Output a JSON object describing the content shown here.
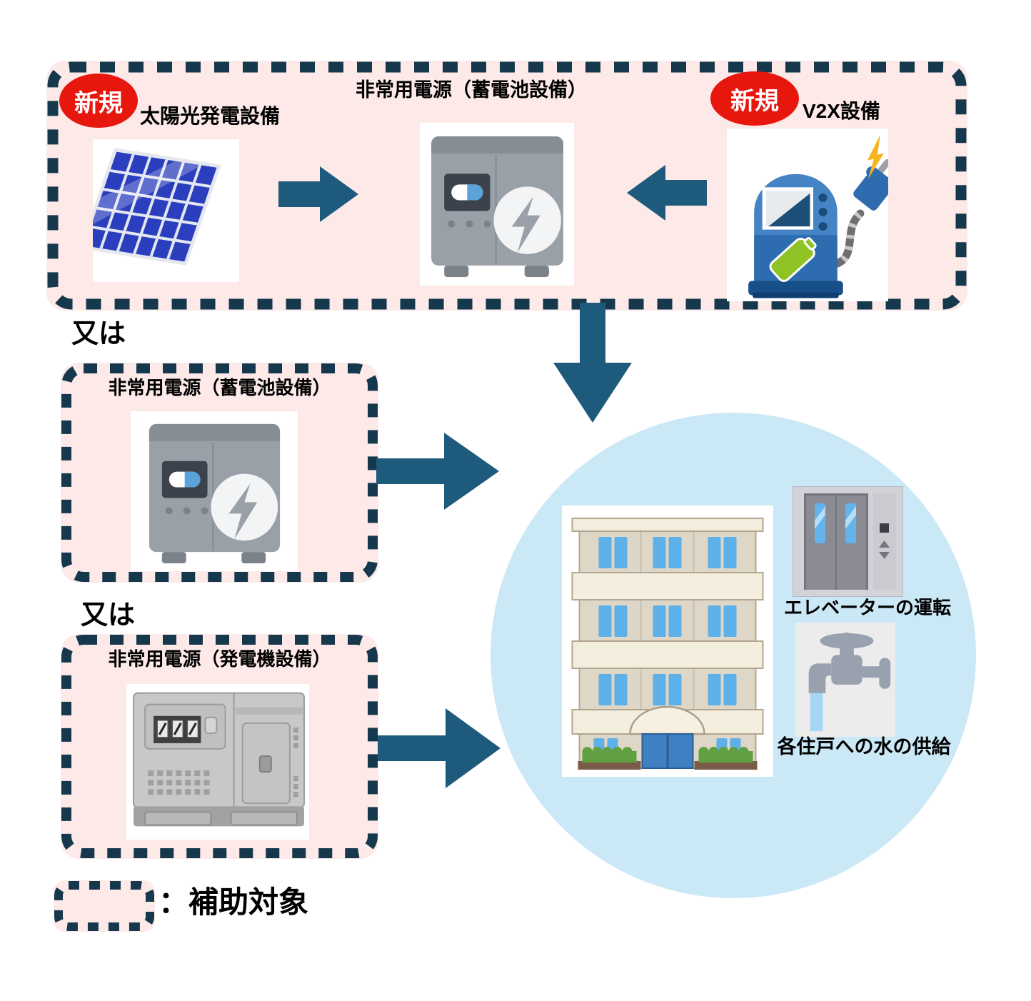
{
  "colors": {
    "background": "#ffffff",
    "box_fill": "#fce9e8",
    "dash_border": "#16384d",
    "arrow": "#1e5a7c",
    "badge_red": "#e8170e",
    "badge_text": "#ffffff",
    "circle_fill": "#cbe8f7",
    "text": "#000000"
  },
  "top_group": {
    "new_badge_solar": "新規",
    "solar_label": "太陽光発電設備",
    "battery_title": "非常用電源（蓄電池設備）",
    "new_badge_v2x": "新規",
    "v2x_label": "V2X設備"
  },
  "alternatives": {
    "or_1": "又は",
    "battery_box_title": "非常用電源（蓄電池設備）",
    "or_2": "又は",
    "generator_box_title": "非常用電源（発電機設備）"
  },
  "building_zone": {
    "elevator_caption": "エレベーターの運転",
    "water_caption": "各住戸への水の供給"
  },
  "legend": {
    "caption": "：補助対象"
  },
  "icons": {
    "solar_panel": "solar-panel-illustration",
    "battery_unit": "storage-battery-illustration",
    "v2x_charger": "v2x-charger-plug-illustration",
    "generator": "emergency-generator-illustration",
    "building": "apartment-building-illustration",
    "elevator": "elevator-doors-illustration",
    "faucet": "water-faucet-illustration",
    "arrows": "flow-arrow"
  }
}
